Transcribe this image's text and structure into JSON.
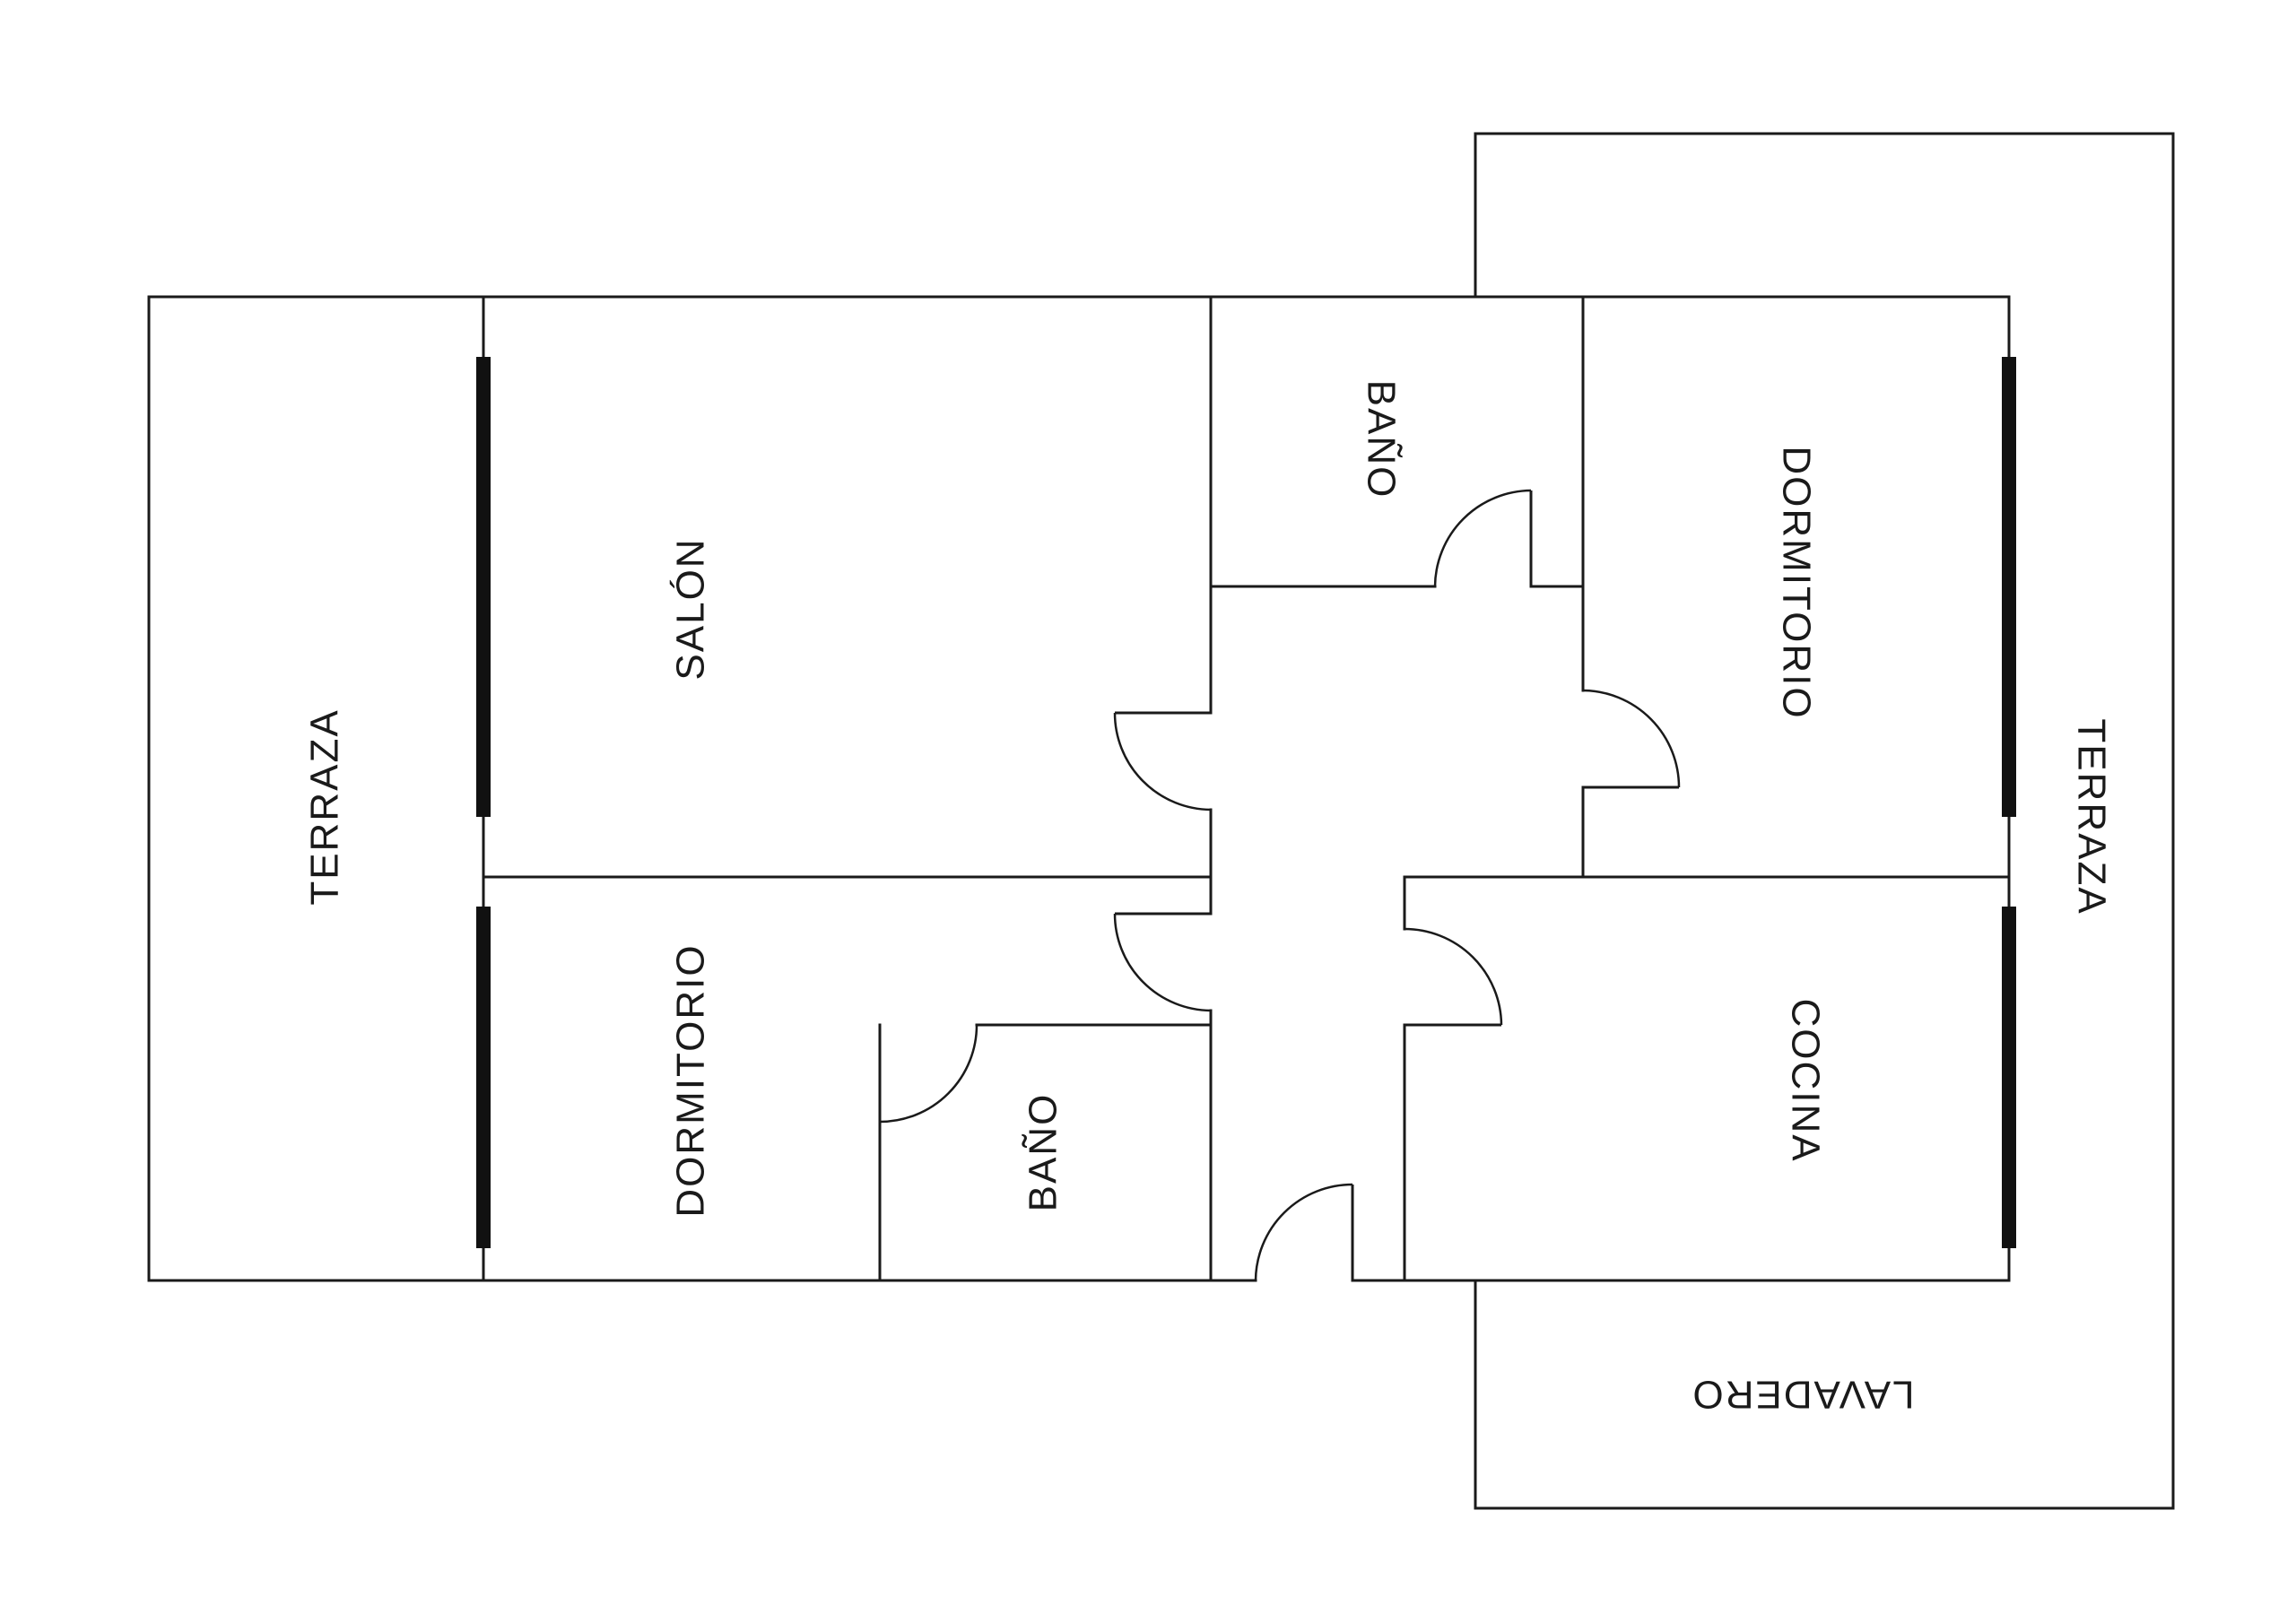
{
  "floorplan": {
    "background_color": "#ffffff",
    "line_color": "#1a1a1a",
    "window_color": "#111111",
    "rooms": {
      "terraza_left": {
        "label": "TERRAZA"
      },
      "salon": {
        "label": "SALÓN"
      },
      "dormitorio_left": {
        "label": "DORMITORIO"
      },
      "bano_lower": {
        "label": "BAÑO"
      },
      "bano_upper": {
        "label": "BAÑO"
      },
      "dormitorio_right": {
        "label": "DORMITORIO"
      },
      "cocina": {
        "label": "COCINA"
      },
      "terraza_right": {
        "label": "TERRAZA"
      },
      "lavadero": {
        "label": "LAVADERO"
      }
    }
  }
}
